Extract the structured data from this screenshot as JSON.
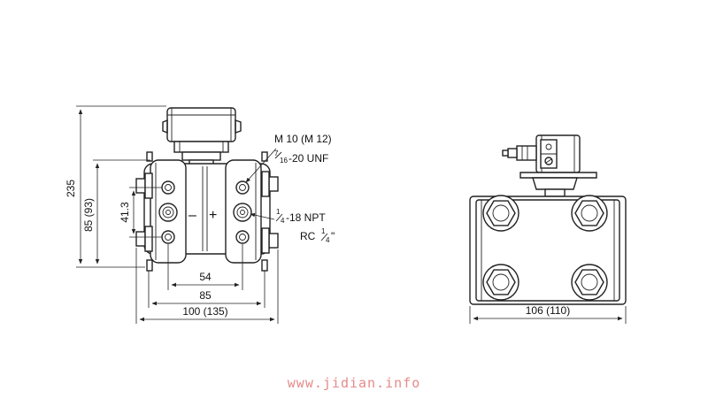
{
  "dimensions": {
    "height_total": "235",
    "height_body": "85 (93)",
    "height_ports": "41.3",
    "width_54": "54",
    "width_85": "85",
    "width_100": "100 (135)",
    "width_side": "106 (110)"
  },
  "callouts": {
    "thread_metric": "M 10 (M 12)",
    "thread_unf_num": "7",
    "thread_unf_den": "16",
    "thread_unf_rest": "-20 UNF",
    "npt_num": "1",
    "npt_den": "4",
    "npt_rest": "-18 NPT",
    "rc_prefix": "RC ",
    "rc_num": "1",
    "rc_den": "4",
    "rc_suffix": "\""
  },
  "symbols": {
    "minus": "–",
    "plus": "+"
  },
  "watermark": "www.jidian.info"
}
